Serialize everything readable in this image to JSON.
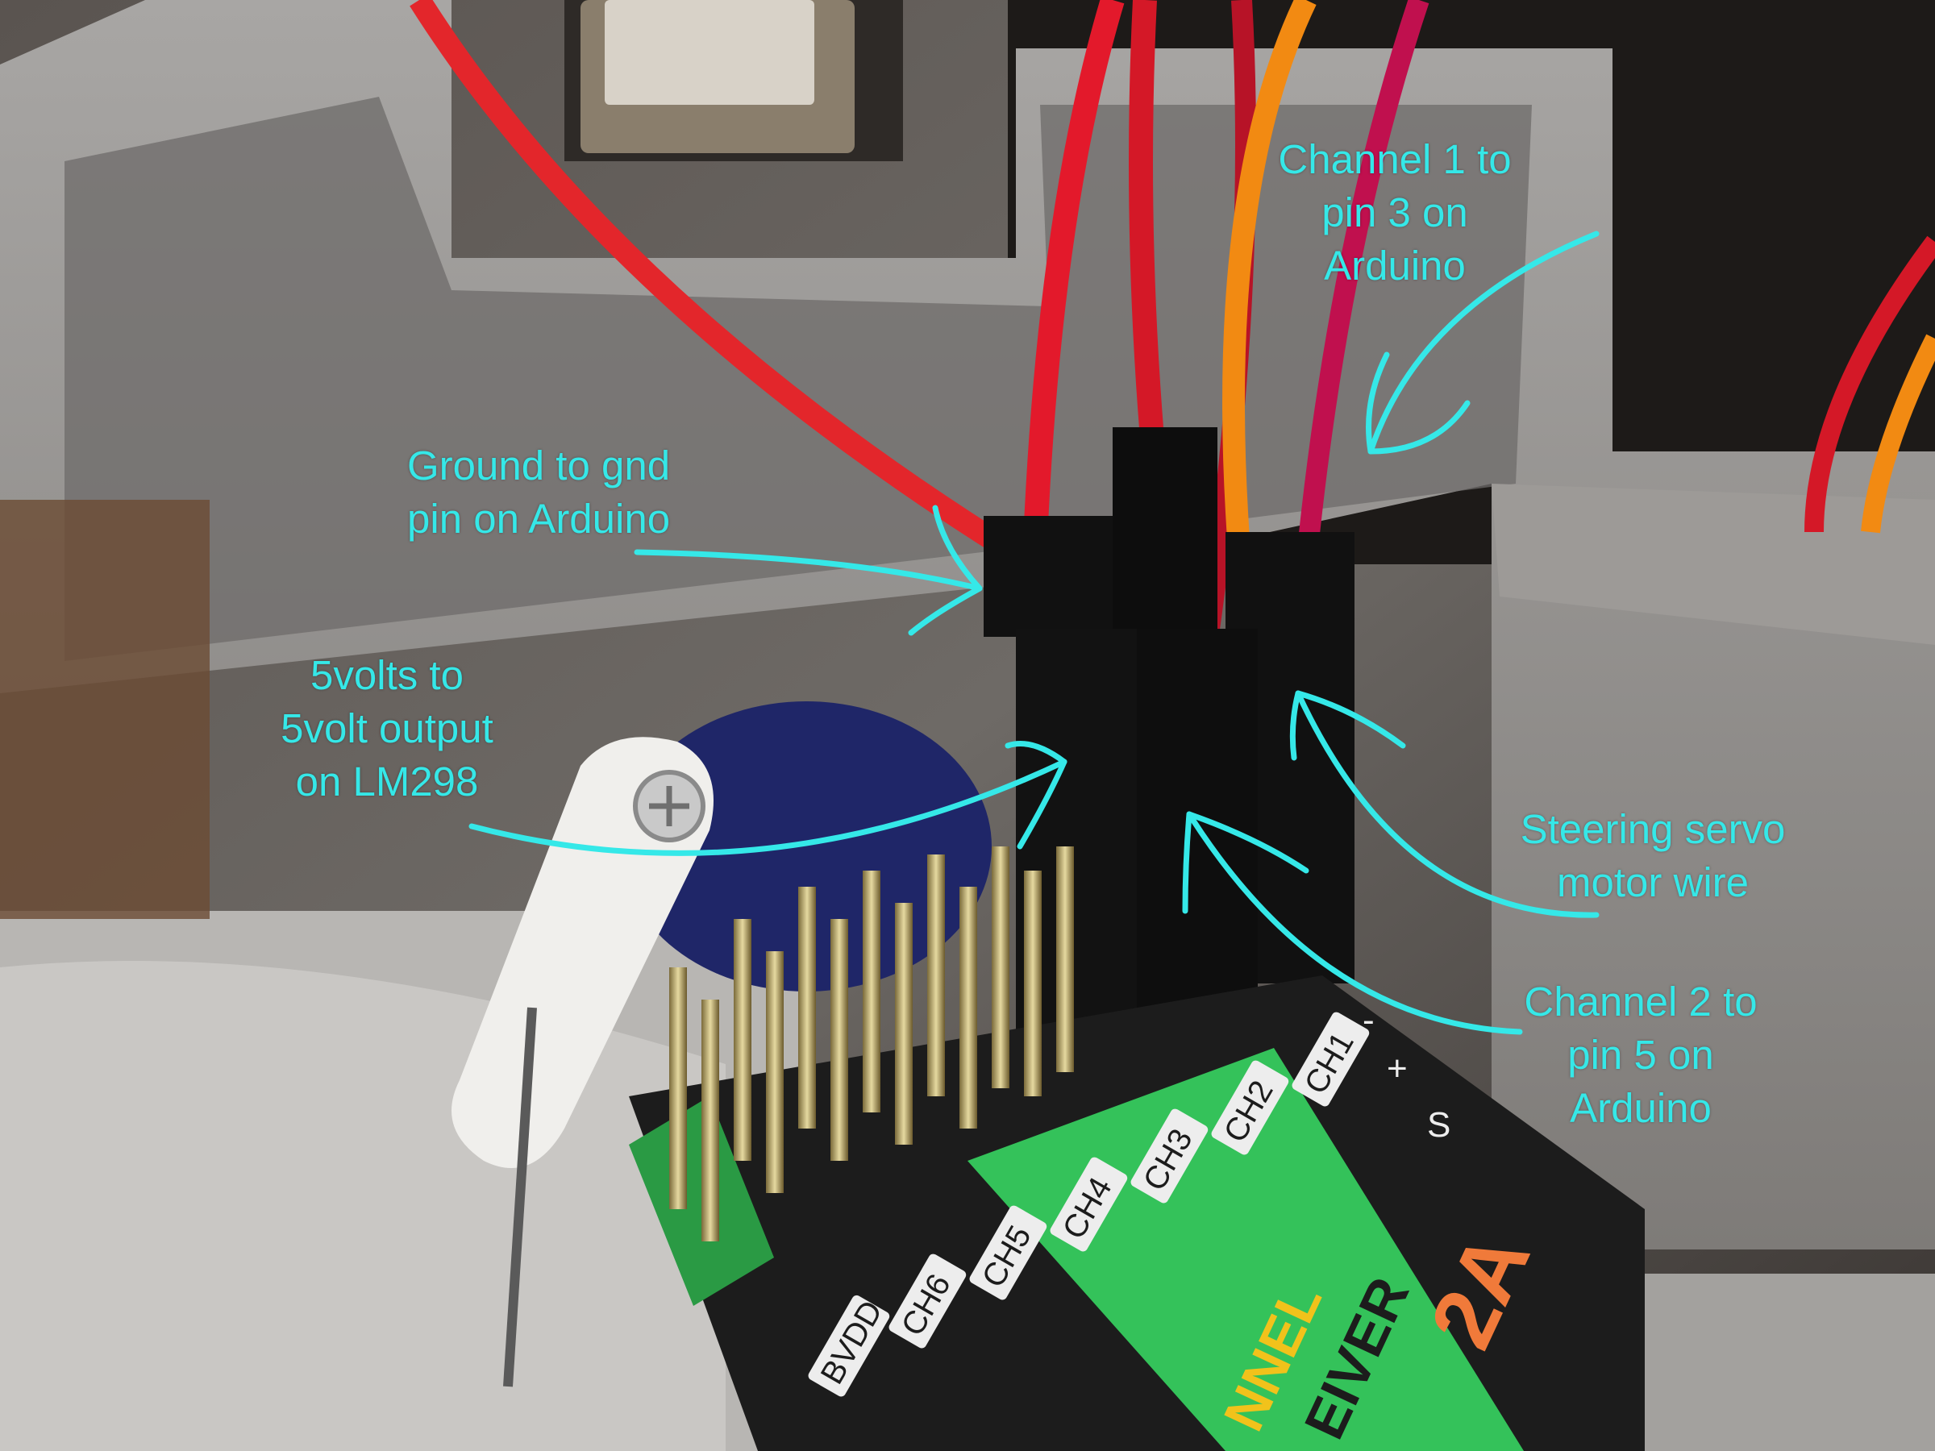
{
  "photo": {
    "description_hidden": false
  },
  "colors": {
    "annotation": "#35e8e8",
    "wire_red": "#e3192b",
    "wire_orange": "#f28a12",
    "wire_magenta": "#c0104e",
    "pcb_green": "#34c25a",
    "pcb_black": "#1c1c1c",
    "frame_gray": "#8f8c8a",
    "servo_blue": "#20286a"
  },
  "receiver": {
    "pin_labels": [
      "CH1",
      "CH2",
      "CH3",
      "CH4",
      "CH5",
      "CH6",
      "BVDD"
    ],
    "symbols": [
      "-",
      "+",
      "S"
    ],
    "text_lines": [
      "NNEL",
      "EIVER"
    ],
    "model": "2A"
  },
  "annotations": {
    "channel1": [
      "Channel 1 to",
      "pin 3 on",
      "Arduino"
    ],
    "ground": [
      "Ground to gnd",
      "pin on Arduino"
    ],
    "fivevolt": [
      "5volts to",
      "5volt output",
      "on LM298"
    ],
    "servo": [
      "Steering servo",
      "motor wire"
    ],
    "channel2": [
      "Channel 2 to",
      "pin 5 on",
      "Arduino"
    ]
  }
}
